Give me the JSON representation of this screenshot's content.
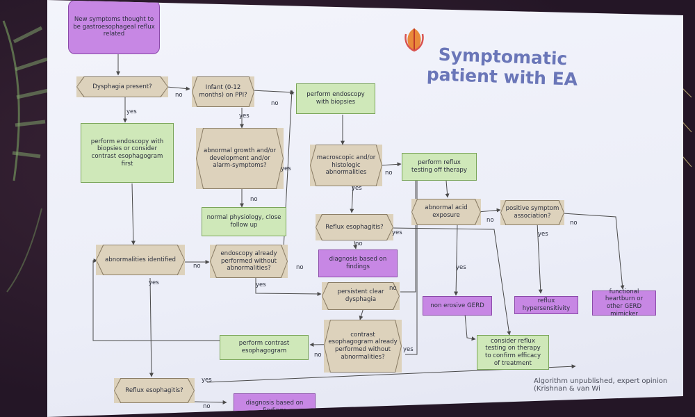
{
  "slide": {
    "title": "Symptomatic patient with EA",
    "footer": "Algorithm unpublished, expert opinion (Krishnan & van Wi",
    "colors": {
      "green": "#cfe8b9",
      "purple": "#c787e4",
      "decision": "#ddd2bc",
      "title": "#6a76b8"
    }
  },
  "nodes": {
    "start": "New symptoms thought to be gastroesophageal reflux related",
    "dysphagia_present": "Dysphagia present?",
    "infant": "Infant (0-12 months) on PPI?",
    "endoscopy_biopsies_top": "perform endoscopy with biopsies",
    "endoscopy_or_contrast": "perform endoscopy with biopsies or consider contrast esophagogram first",
    "abnormal_growth": "abnormal growth and/or development and/or alarm-symptoms?",
    "normal_physiology": "normal physiology, close follow up",
    "macroscopic": "macroscopic and/or histologic abnormalities",
    "reflux_testing_off": "perform reflux testing off therapy",
    "abnormal_acid": "abnormal acid exposure",
    "positive_symptom": "positive symptom association?",
    "reflux_esophagitis_mid": "Reflux esophagitis?",
    "diagnosis_mid": "diagnosis based on findings",
    "abnormalities_identified": "abnormalities identified",
    "endoscopy_already": "endoscopy already performed without abnormalities?",
    "persistent_dysphagia": "persistent clear dysphagia",
    "non_erosive": "non erosive GERD",
    "reflux_hypersensitivity": "reflux hypersensitivity",
    "functional_heartburn": "functional heartburn or other GERD mimicker",
    "perform_contrast": "perform contrast esophagogram",
    "contrast_already": "contrast esophagogram already performed without abnormalities?",
    "reflux_testing_on": "consider reflux testing on therapy to confirm efficacy of treatment",
    "reflux_esophagitis_bottom": "Reflux esophagitis?",
    "diagnosis_bottom": "diagnosis based on findings"
  },
  "edges": {
    "yes": "yes",
    "no": "no"
  }
}
